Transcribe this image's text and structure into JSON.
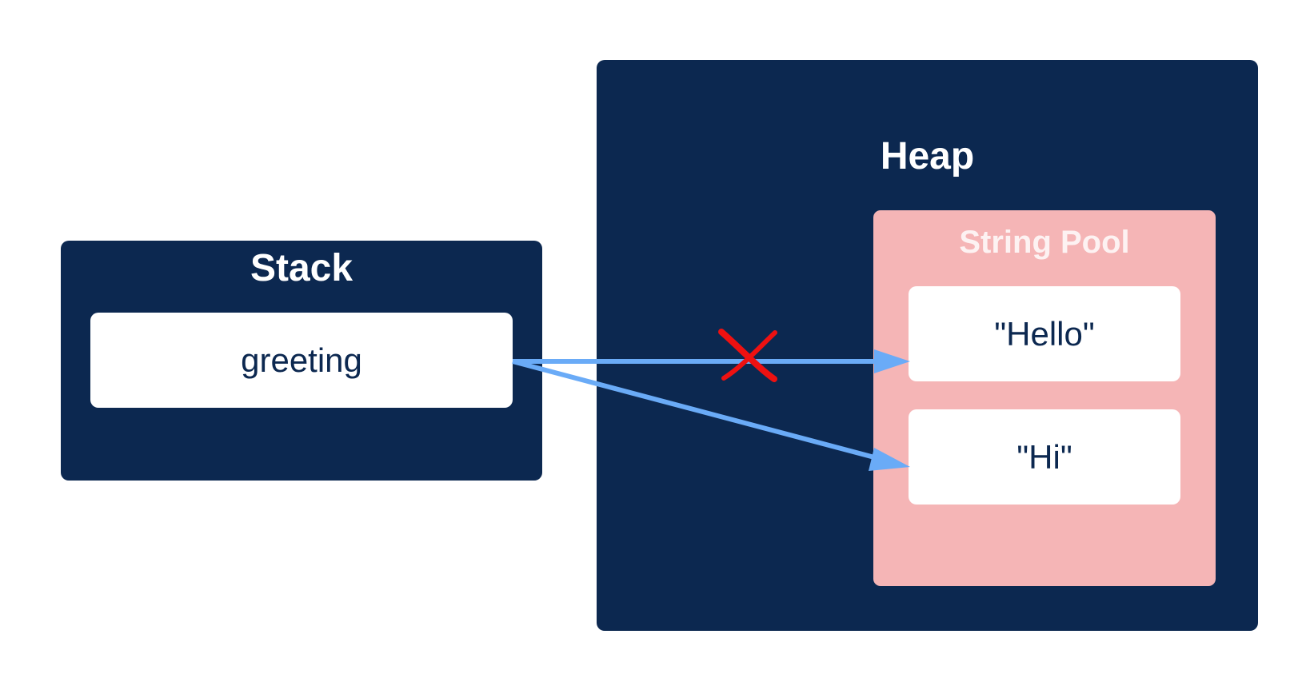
{
  "stack": {
    "title": "Stack",
    "variable": "greeting"
  },
  "heap": {
    "title": "Heap",
    "string_pool": {
      "title": "String Pool",
      "strings": [
        "\"Hello\"",
        "\"Hi\""
      ]
    }
  },
  "references": [
    {
      "from": "greeting",
      "to": "\"Hello\"",
      "status": "removed",
      "marker": "cross-icon"
    },
    {
      "from": "greeting",
      "to": "\"Hi\"",
      "status": "active"
    }
  ],
  "colors": {
    "panel": "#0c2850",
    "pool": "#f5b5b6",
    "arrow": "#6aabf7",
    "cross": "#ee1111"
  }
}
